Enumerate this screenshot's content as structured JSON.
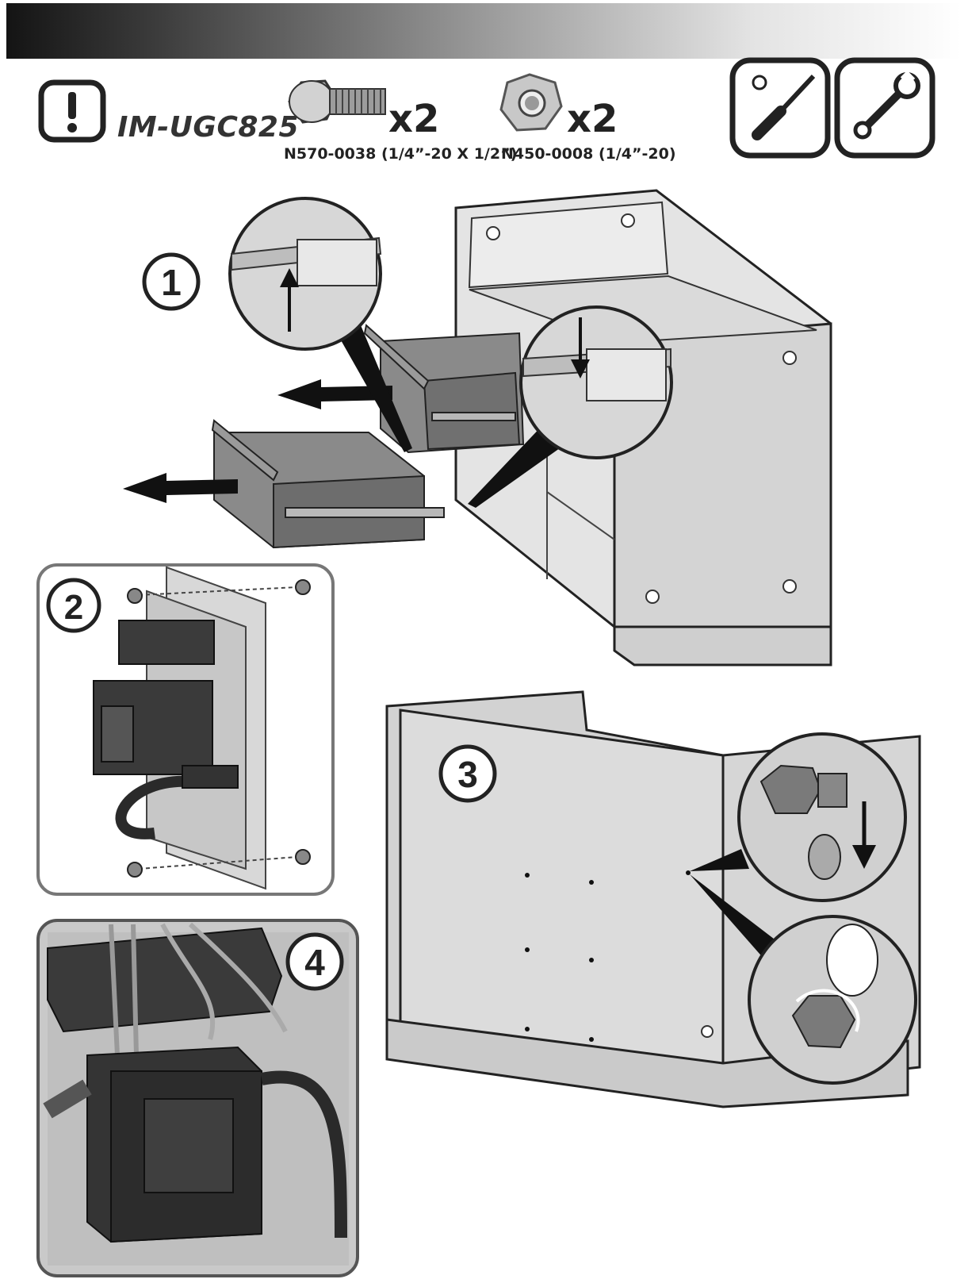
{
  "header": {
    "model": "IM-UGC825",
    "hardware": [
      {
        "icon": "bolt-icon",
        "qty": "x2",
        "part": "N570-0038 (1/4”-20 X 1/2”)"
      },
      {
        "icon": "nut-icon",
        "qty": "x2",
        "part": "N450-0008 (1/4”-20)"
      }
    ],
    "tools": [
      "screwdriver-icon",
      "wrench-icon"
    ]
  },
  "steps": [
    {
      "number": "1"
    },
    {
      "number": "2"
    },
    {
      "number": "3"
    },
    {
      "number": "4"
    }
  ]
}
